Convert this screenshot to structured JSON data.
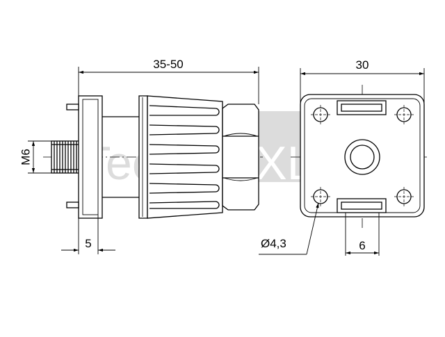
{
  "dimensions": {
    "overall_length": "35-50",
    "plate_width": "30",
    "thread": "M6",
    "base_thickness": "5",
    "hole_diameter": "Ø4,3",
    "slot_width": "6"
  },
  "watermark": {
    "part1": "Tech",
    "part2": "XXL"
  },
  "colors": {
    "line": "#000000",
    "watermark": "#d6d6d6"
  }
}
